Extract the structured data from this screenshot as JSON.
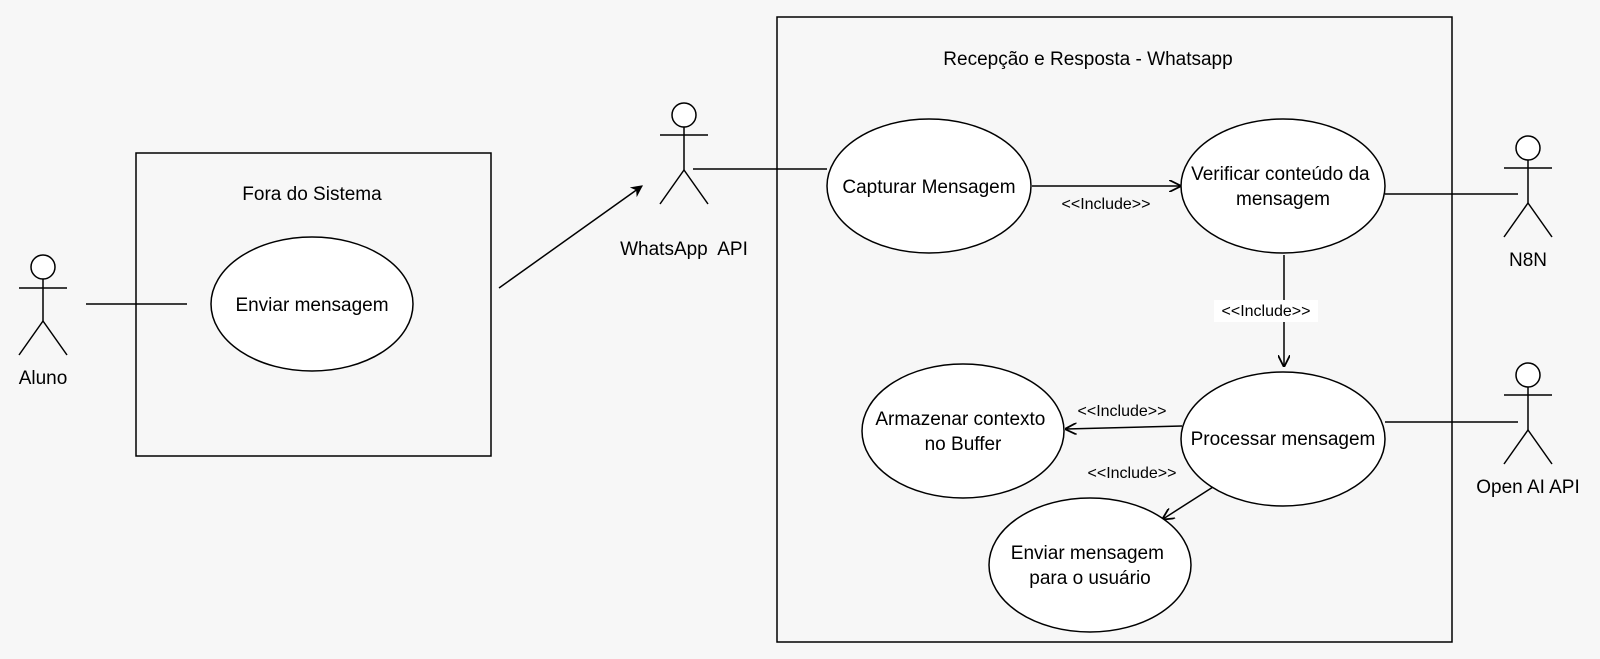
{
  "boundaries": {
    "outside": {
      "title": "Fora do Sistema"
    },
    "system": {
      "title": "Recepção e Resposta - Whatsapp"
    }
  },
  "actors": {
    "aluno": "Aluno",
    "whatsapp_api": "WhatsApp  API",
    "n8n": "N8N",
    "openai_api": "Open AI API"
  },
  "use_cases": {
    "enviar_mensagem": [
      "Enviar mensagem"
    ],
    "capturar": [
      "Capturar Mensagem"
    ],
    "verificar": [
      "Verificar conteúdo da",
      "mensagem"
    ],
    "processar": [
      "Processar mensagem"
    ],
    "armazenar": [
      "Armazenar contexto",
      "no Buffer"
    ],
    "enviar_usuario": [
      "Enviar mensagem",
      "para o usuário"
    ]
  },
  "relations": {
    "capturar_verificar": "<<Include>>",
    "verificar_processar": "<<Include>>",
    "processar_armazenar": "<<Include>>",
    "processar_enviar": "<<Include>>"
  }
}
